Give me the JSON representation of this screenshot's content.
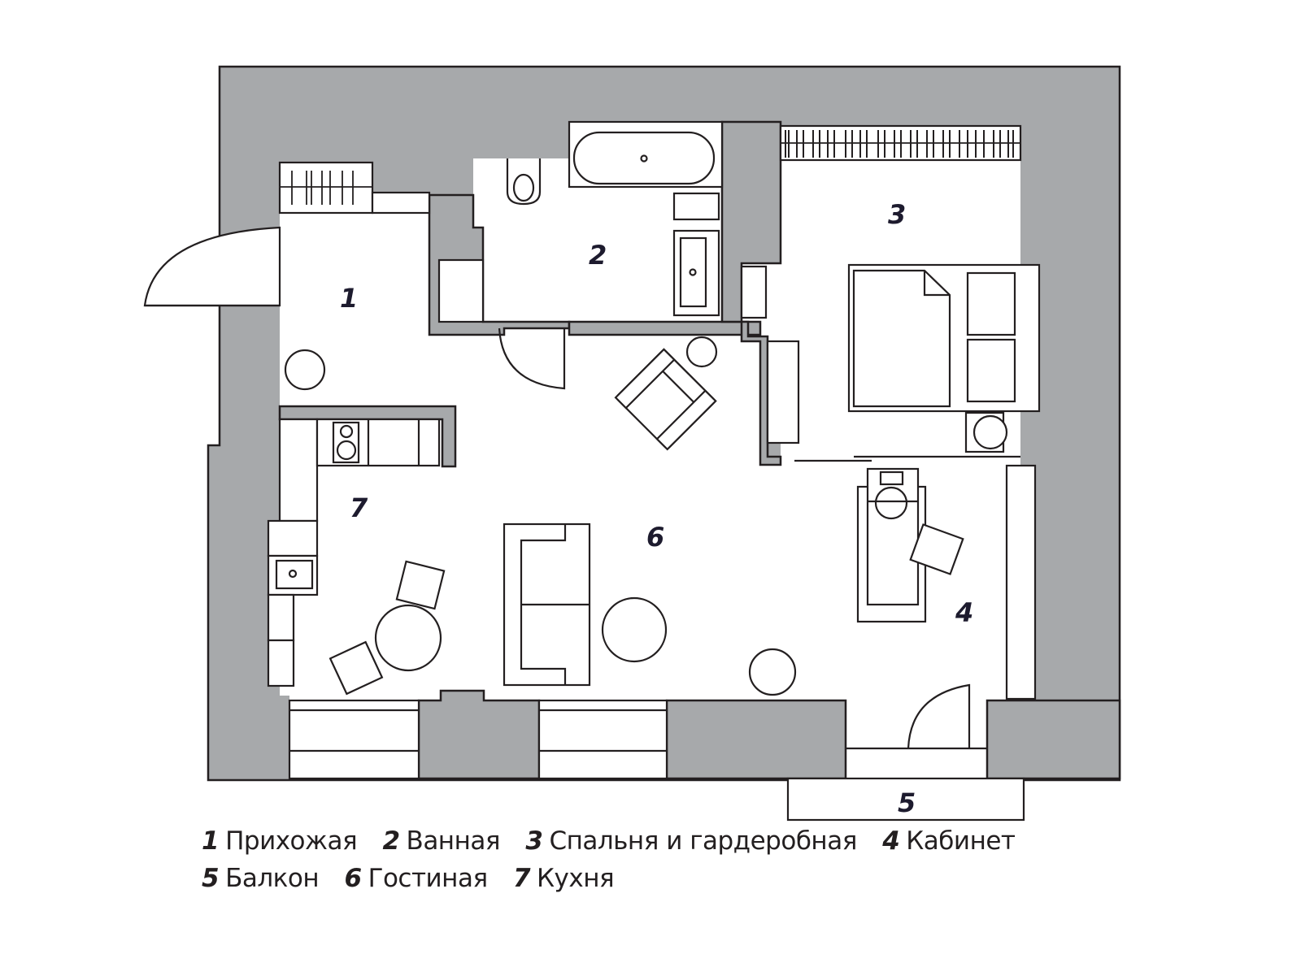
{
  "plan": {
    "wall_color": "#a7a9ab",
    "line_color": "#231f20",
    "rooms": [
      {
        "num": "1",
        "name": "Прихожая"
      },
      {
        "num": "2",
        "name": "Ванная"
      },
      {
        "num": "3",
        "name": "Спальня и гардеробная"
      },
      {
        "num": "4",
        "name": "Кабинет"
      },
      {
        "num": "5",
        "name": "Балкон"
      },
      {
        "num": "6",
        "name": "Гостиная"
      },
      {
        "num": "7",
        "name": "Кухня"
      }
    ]
  },
  "legend": {
    "row1": [
      {
        "num": "1",
        "name": "Прихожая"
      },
      {
        "num": "2",
        "name": "Ванная"
      },
      {
        "num": "3",
        "name": "Спальня и гардеробная"
      },
      {
        "num": "4",
        "name": "Кабинет"
      }
    ],
    "row2": [
      {
        "num": "5",
        "name": "Балкон"
      },
      {
        "num": "6",
        "name": "Гостиная"
      },
      {
        "num": "7",
        "name": "Кухня"
      }
    ]
  }
}
